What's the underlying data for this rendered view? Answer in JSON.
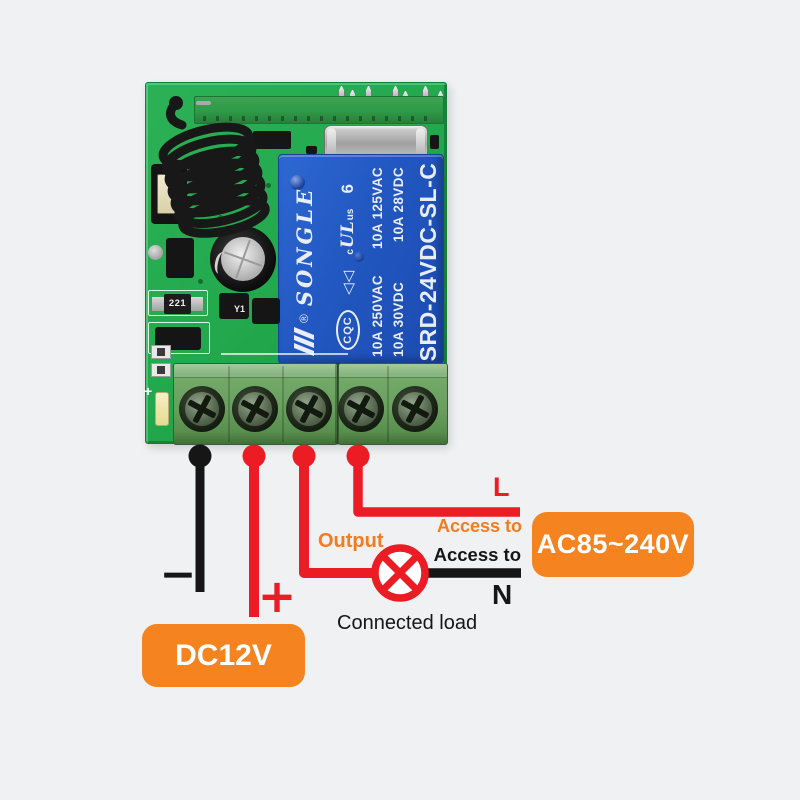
{
  "relay": {
    "brand": "SONGLE",
    "registered_mark": "®",
    "model": "SRD-24VDC-SL-C",
    "ratings_ac": [
      "10A 250VAC",
      "10A 125VAC"
    ],
    "ratings_dc": [
      "10A 30VDC",
      "10A 28VDC"
    ],
    "cqc_mark": "CQC",
    "triangle_marks": "◁◁",
    "ul_c": "c",
    "ul_mark": "UL",
    "ul_us": "us",
    "date_code": "6"
  },
  "board": {
    "resistor_code": "221",
    "component_label": "Y1",
    "polarity_silkscreen": "+"
  },
  "wiring": {
    "minus_sign": "−",
    "plus_sign": "+",
    "output_label": "Output",
    "live_access_label": "Access to",
    "neutral_access_label": "Access to",
    "live_terminal": "L",
    "neutral_terminal": "N",
    "load_caption": "Connected load",
    "dc_supply": "DC12V",
    "ac_supply": "AC85~240V"
  },
  "colors": {
    "accent_orange": "#f5831f",
    "wire_red": "#ec1c24",
    "wire_black": "#161616",
    "pcb_green": "#23a94e",
    "relay_blue": "#2257c1",
    "terminal_green": "#6aa05e",
    "background": "#eff1f2"
  }
}
